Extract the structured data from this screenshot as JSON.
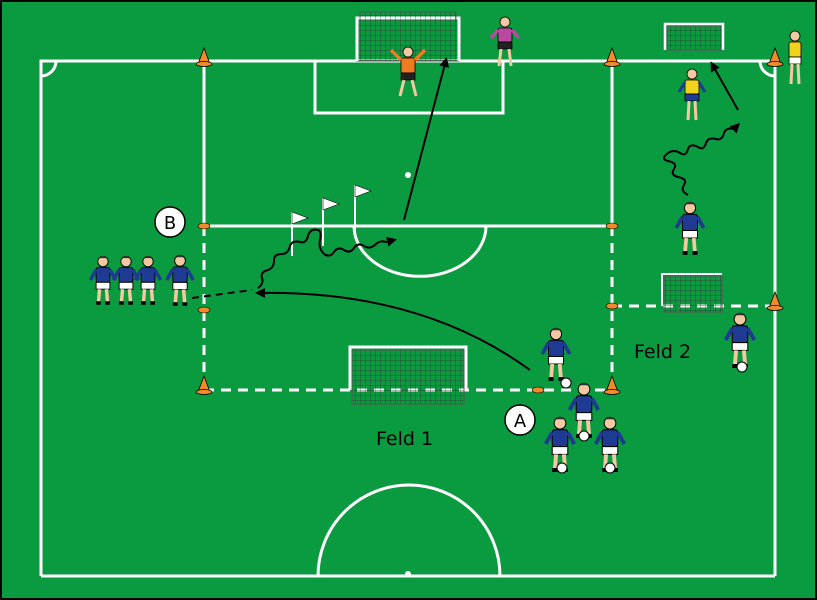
{
  "colors": {
    "pitch": "#0a9a3f",
    "line": "#ffffff",
    "border": "#000000",
    "jersey": "#1f3a93",
    "shorts": "#ffffff",
    "keeper_orange": "#f07a1f",
    "keeper_purple": "#b84aa0",
    "keeper_yellow": "#f2d21a",
    "cone": "#f08a2a"
  },
  "labels": {
    "feld1": "Feld 1",
    "feld2": "Feld 2",
    "marker_a": "A",
    "marker_b": "B"
  }
}
